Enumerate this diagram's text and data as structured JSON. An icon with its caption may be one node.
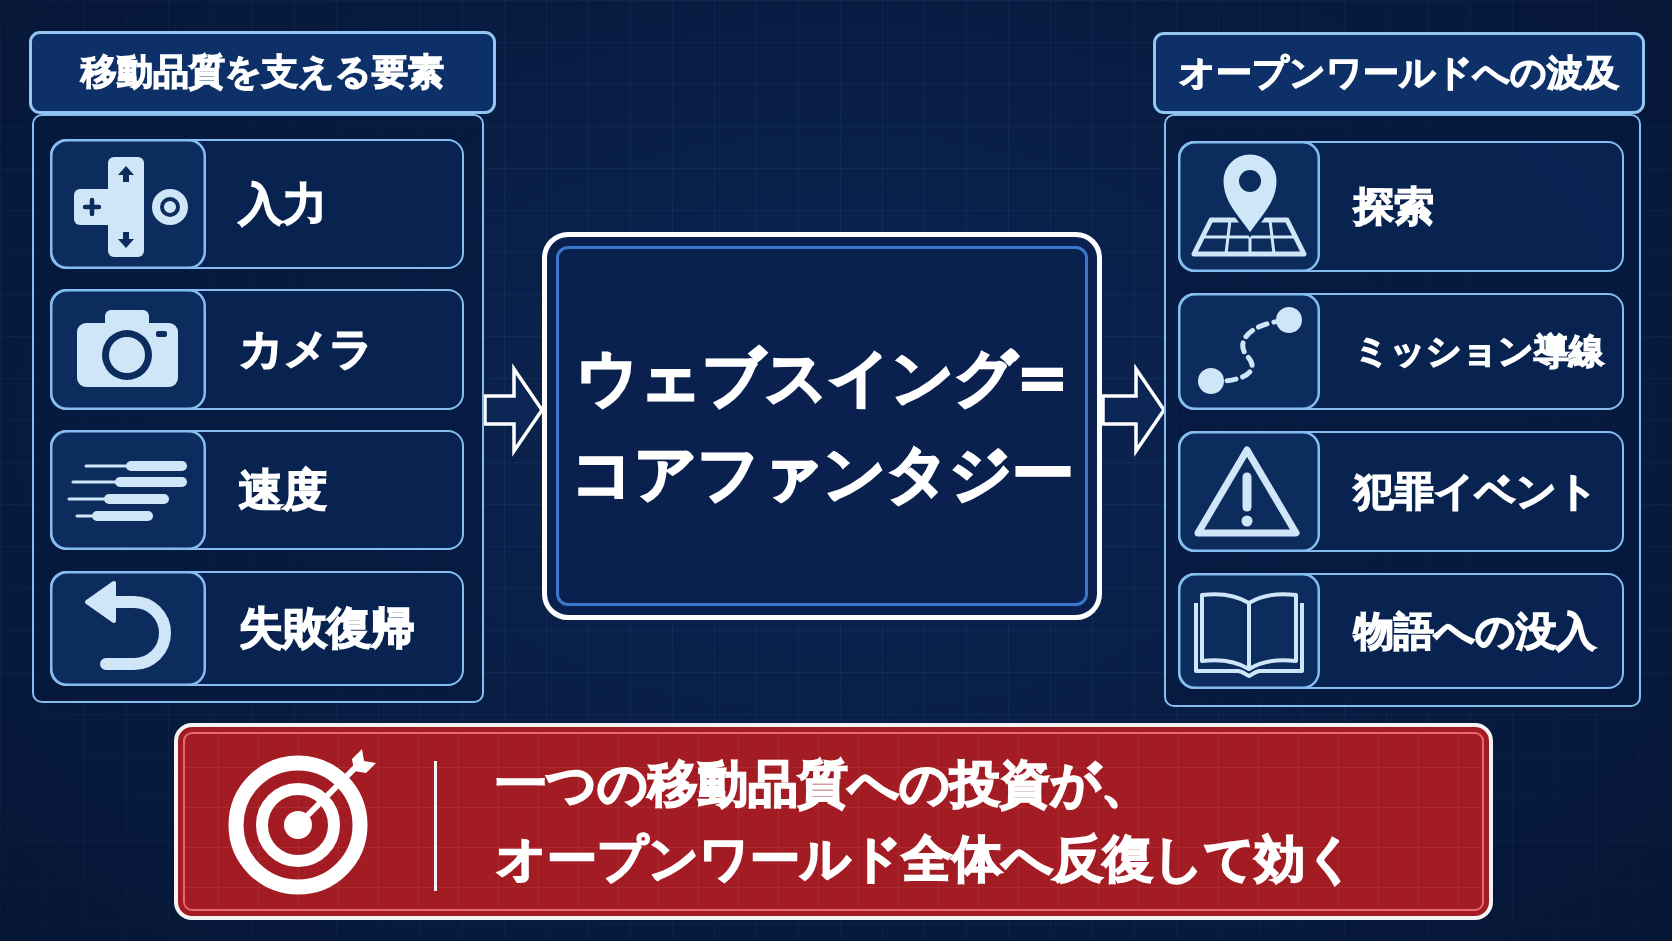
{
  "diagram": {
    "nodes": [
      {
        "text": [
          "移動品質を支える要素"
        ]
      },
      {
        "text": [
          "入力"
        ],
        "in": 0
      },
      {
        "text": [
          "カメラ"
        ],
        "in": 0
      },
      {
        "text": [
          "速度"
        ],
        "in": 0
      },
      {
        "text": [
          "失敗復帰"
        ],
        "in": 0
      },
      {
        "text": [
          "ウェブスイング=コアファンタジー"
        ]
      },
      {
        "text": [
          "オープンワールドへの波及"
        ]
      },
      {
        "text": [
          "探索"
        ],
        "in": 6
      },
      {
        "text": [
          "ミッション導線"
        ],
        "in": 6
      },
      {
        "text": [
          "犯罪イベント"
        ],
        "in": 6
      },
      {
        "text": [
          "物語への没入"
        ],
        "in": 6
      },
      {
        "text": [
          "一つの移動品質への投資が、オープンワールド全体へ反復して効く"
        ]
      }
    ],
    "edges": [
      {
        "from": 0,
        "to": 5,
        "arrow": "to"
      },
      {
        "from": 5,
        "to": 6,
        "arrow": "to"
      }
    ]
  }
}
